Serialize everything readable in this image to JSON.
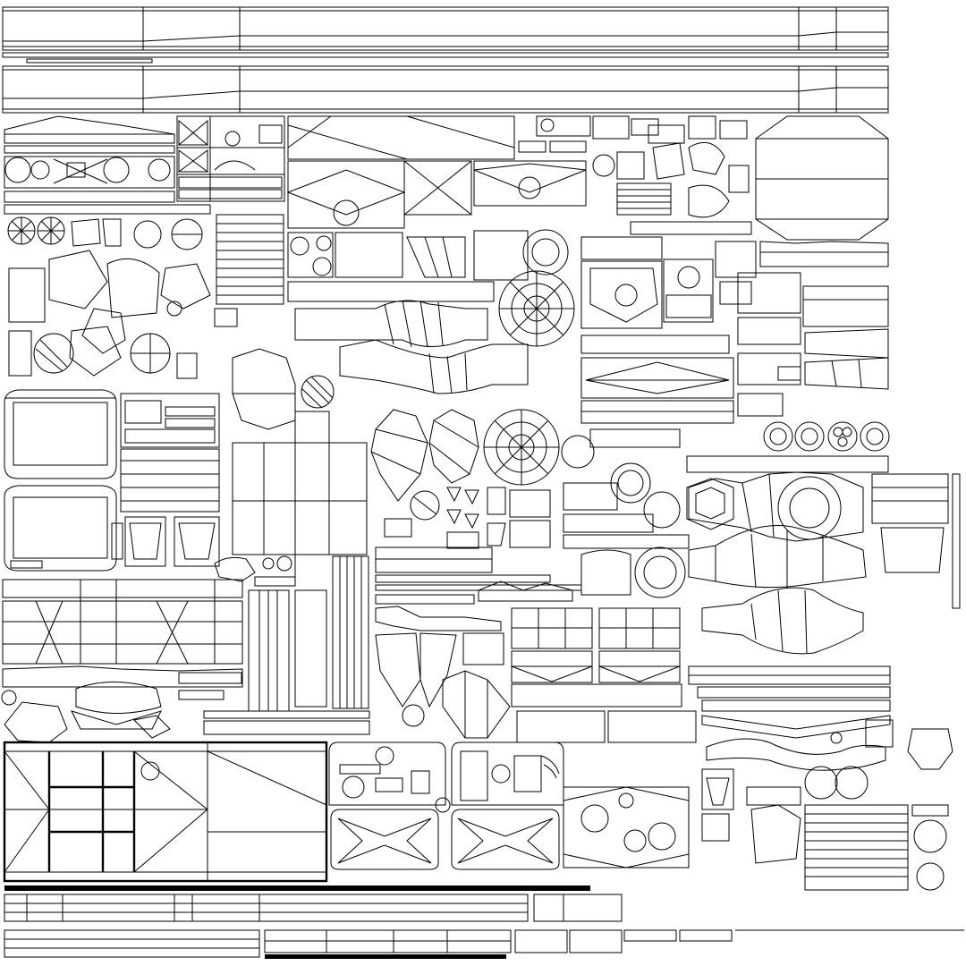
{
  "sheet": {
    "kind": "uv-wireframe-layout",
    "background": "#ffffff",
    "line_color": "#000000"
  },
  "islands": [
    {
      "name": "long-strip-top",
      "shape": "panel"
    },
    {
      "name": "long-strip-second",
      "shape": "panel"
    },
    {
      "name": "hull-panel-left",
      "shape": "panel"
    },
    {
      "name": "star-panel-cluster",
      "shape": "star"
    },
    {
      "name": "wedge-panel-center",
      "shape": "panel"
    },
    {
      "name": "hexagon-panel-right",
      "shape": "panel"
    },
    {
      "name": "tube-panel-center",
      "shape": "tube"
    },
    {
      "name": "dome-disc-large",
      "shape": "dome"
    },
    {
      "name": "dome-disc-mid",
      "shape": "dome"
    },
    {
      "name": "screen-panel-left-a",
      "shape": "panel"
    },
    {
      "name": "screen-panel-left-b",
      "shape": "panel"
    },
    {
      "name": "column-panel-center",
      "shape": "panel"
    },
    {
      "name": "tube-panel-right-a",
      "shape": "tube"
    },
    {
      "name": "tube-panel-right-b",
      "shape": "tube"
    },
    {
      "name": "grid-panel-bottom-left",
      "shape": "panel"
    },
    {
      "name": "star-panel-bottom-a",
      "shape": "star"
    },
    {
      "name": "star-panel-bottom-b",
      "shape": "star"
    },
    {
      "name": "console-panel-bottom",
      "shape": "panel"
    },
    {
      "name": "long-strip-bottom",
      "shape": "panel"
    }
  ]
}
